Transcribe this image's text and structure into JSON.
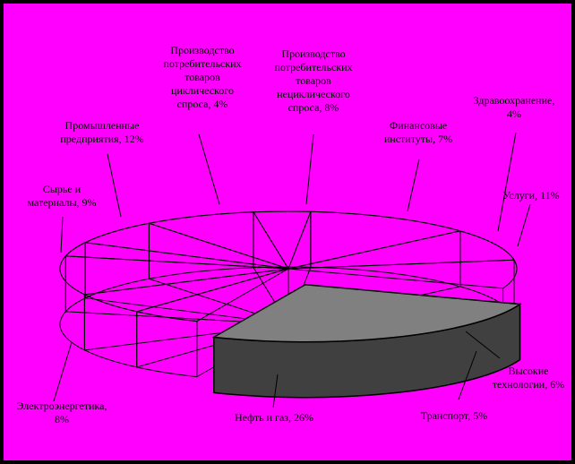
{
  "chart_data": {
    "type": "pie",
    "style": "3d-exploded",
    "highlighted_slice": "Нефть и газ, 26%",
    "colors": {
      "background": "#ff00ff",
      "frame": "#000000",
      "highlight_top": "#808080",
      "highlight_side": "#404040",
      "outline": "#000000"
    },
    "slices": [
      {
        "label": "Нефть и газ, 26%",
        "value": 26
      },
      {
        "label": "Транспорт, 5%",
        "value": 5
      },
      {
        "label": "Высокие технологии, 6%",
        "value": 6
      },
      {
        "label": "Услуги, 11%",
        "value": 11
      },
      {
        "label": "Здравоохранение, 4%",
        "value": 4
      },
      {
        "label": "Финансовые институты, 7%",
        "value": 7
      },
      {
        "label": "Производство потребительских товаров нециклического спроса, 8%",
        "value": 8
      },
      {
        "label": "Производство потребительских товаров циклического спроса, 4%",
        "value": 4
      },
      {
        "label": "Промышленные предприятия, 12%",
        "value": 12
      },
      {
        "label": "Сырье и материалы, 9%",
        "value": 9
      },
      {
        "label": "Электроэнергетика, 8%",
        "value": 8
      }
    ]
  },
  "labels": {
    "oil": "Нефть и газ, 26%",
    "transport": "Транспорт, 5%",
    "hightech": "Высокие\nтехнологии, 6%",
    "services": "Услуги, 11%",
    "health": "Здравоохранение,\n4%",
    "finance": "Финансовые\nинституты, 7%",
    "noncyc": "Производство\nпотребительских\nтоваров\nнециклического\nспроса, 8%",
    "cyc": "Производство\nпотребительских\nтоваров\nциклического\nспроса, 4%",
    "industry": "Промышленные\nпредприятия, 12%",
    "raw": "Сырье и\nматериалы, 9%",
    "energy": "Электроэнергетика,\n8%"
  }
}
